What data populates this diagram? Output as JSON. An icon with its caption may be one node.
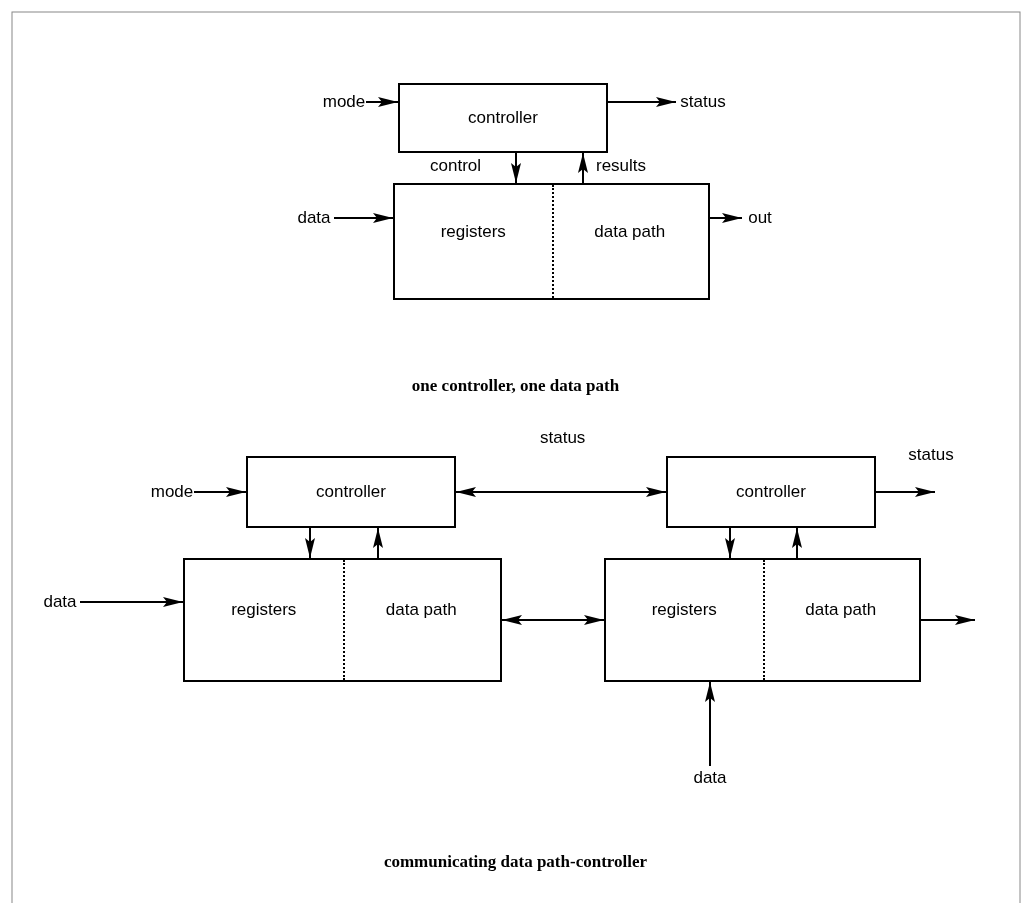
{
  "diagram": {
    "nodes": [
      {
        "text": [
          "mode"
        ]
      },
      {
        "text": [
          "controller"
        ]
      },
      {
        "text": [
          "status"
        ]
      },
      {
        "text": [
          "data"
        ]
      },
      {
        "text": [
          "registers",
          "data path"
        ]
      },
      {
        "text": [
          "out"
        ]
      },
      {
        "text": [
          "mode"
        ]
      },
      {
        "text": [
          "controller"
        ]
      },
      {
        "text": [
          "controller"
        ]
      },
      {
        "text": [
          "status"
        ]
      },
      {
        "text": [
          "data"
        ]
      },
      {
        "text": [
          "registers",
          "data path"
        ]
      },
      {
        "text": [
          "registers",
          "data path"
        ]
      },
      {
        "text": [
          "data"
        ]
      }
    ],
    "edges": [
      {
        "from": 0,
        "to": 1,
        "arrow": "to"
      },
      {
        "from": 1,
        "to": 2,
        "arrow": "to"
      },
      {
        "from": 1,
        "to": 4,
        "arrow": "to",
        "label": "control"
      },
      {
        "from": 4,
        "to": 1,
        "arrow": "to",
        "label": "results"
      },
      {
        "from": 3,
        "to": 4,
        "arrow": "to"
      },
      {
        "from": 4,
        "to": 5,
        "arrow": "to"
      },
      {
        "from": 6,
        "to": 7,
        "arrow": "to"
      },
      {
        "from": 7,
        "to": 8,
        "arrow": "both",
        "label": "status"
      },
      {
        "from": 8,
        "to": 9,
        "arrow": "to"
      },
      {
        "from": 7,
        "to": 11,
        "arrow": "to"
      },
      {
        "from": 11,
        "to": 7,
        "arrow": "to"
      },
      {
        "from": 8,
        "to": 12,
        "arrow": "to"
      },
      {
        "from": 12,
        "to": 8,
        "arrow": "to"
      },
      {
        "from": 10,
        "to": 11,
        "arrow": "to"
      },
      {
        "from": 11,
        "to": 12,
        "arrow": "both"
      },
      {
        "from": 12,
        "to": null,
        "arrow": "to"
      },
      {
        "from": 13,
        "to": 12,
        "arrow": "to"
      }
    ],
    "labels": [
      "one controller, one data path",
      "communicating data path-controller"
    ]
  }
}
